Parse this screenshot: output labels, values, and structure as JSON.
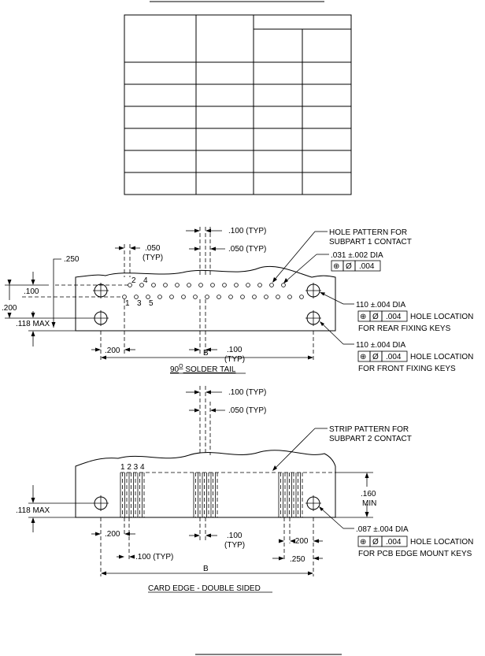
{
  "table": {
    "rows": 6
  },
  "view1": {
    "dim_100_typ": ".100 (TYP)",
    "dim_050_typ_top": ".050",
    "dim_050_typ_top2": "(TYP)",
    "dim_050_typ_right": ".050 (TYP)",
    "dim_250": ".250",
    "dim_100_left": ".100",
    "dim_200_left": ".200",
    "dim_118": ".118 MAX",
    "dim_200_bottom": ".200",
    "dim_100_bottom": ".100",
    "dim_100_bottom_typ": "(TYP)",
    "dim_b": "B",
    "pin_labels": [
      "2",
      "4",
      "1",
      "3",
      "5"
    ],
    "note_hole_pattern_1": "HOLE PATTERN FOR",
    "note_hole_pattern_2": "SUBPART 1 CONTACT",
    "note_031": ".031 ±.002 DIA",
    "fcf_031_value": ".004",
    "note_110a": "110 ±.004 DIA",
    "fcf_110a_value": ".004",
    "fcf_110a_text": "HOLE LOCATION",
    "note_rear": "FOR REAR FIXING KEYS",
    "note_110b": "110 ±.004 DIA",
    "fcf_110b_value": ".004",
    "fcf_110b_text": "HOLE LOCATION",
    "note_front": "FOR FRONT FIXING KEYS",
    "title_num": "90",
    "title_sup": "O",
    "title_rest": " SOLDER TAIL"
  },
  "view2": {
    "dim_100_typ": ".100 (TYP)",
    "dim_050_typ": ".050 (TYP)",
    "note_strip_1": "STRIP PATTERN FOR",
    "note_strip_2": "SUBPART 2 CONTACT",
    "strip_labels": "1 2 3 4",
    "dim_160": ".160",
    "dim_160_min": "MIN",
    "dim_118": ".118 MAX",
    "dim_200_left": ".200",
    "dim_100_bottom": ".100",
    "dim_100_bottom_typ": "(TYP)",
    "dim_100_typ_left": ".100 (TYP)",
    "dim_200_right": ".200",
    "dim_250": ".250",
    "dim_b": "B",
    "note_087": ".087 ±.004 DIA",
    "fcf_087_value": ".004",
    "fcf_087_text": "HOLE LOCATION",
    "note_pcb": "FOR PCB EDGE MOUNT KEYS",
    "title": "CARD EDGE - DOUBLE SIDED"
  },
  "symbols": {
    "position": "⊕",
    "diameter": "Ø"
  }
}
